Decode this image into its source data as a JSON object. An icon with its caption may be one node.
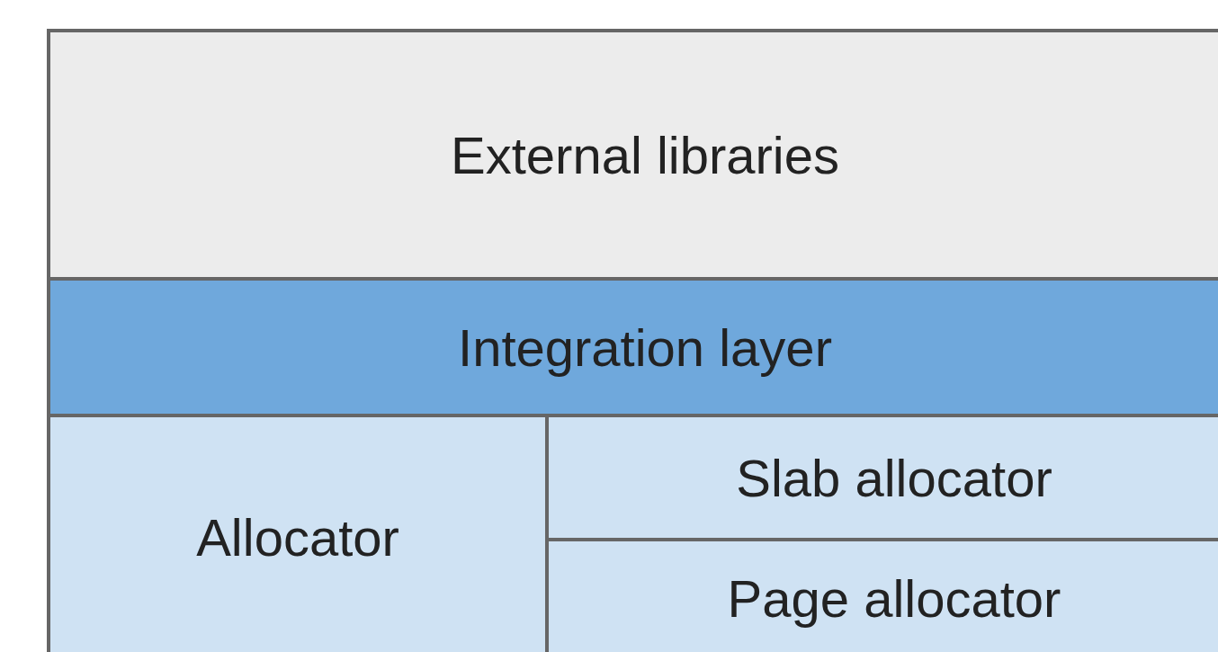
{
  "diagram": {
    "nodes": [
      {
        "text": [
          "External libraries"
        ]
      },
      {
        "text": [
          "Integration layer"
        ]
      },
      {
        "text": [
          "Allocator"
        ]
      },
      {
        "text": [
          "Slab allocator"
        ]
      },
      {
        "text": [
          "Page allocator"
        ]
      }
    ]
  }
}
